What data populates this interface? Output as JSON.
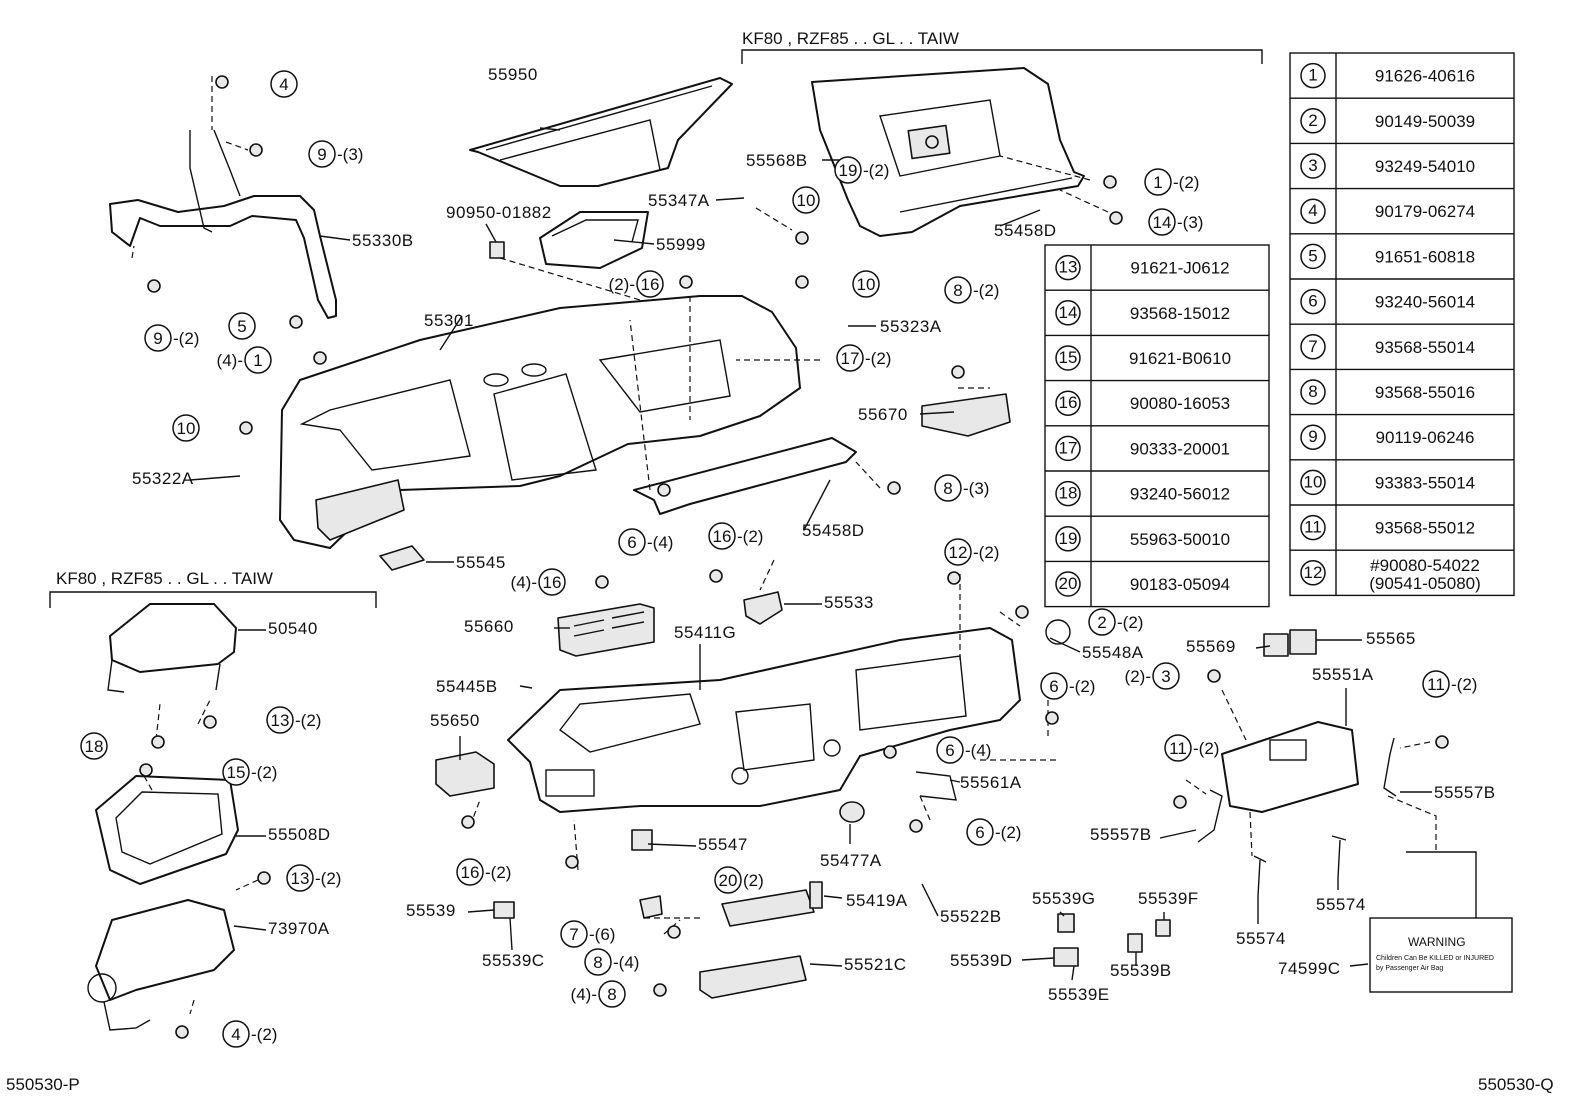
{
  "diagram": {
    "top_note": "KF80 , RZF85 . . GL . . TAIW",
    "left_note": "KF80 , RZF85 . . GL . . TAIW",
    "page_ref_left": "550530-P",
    "page_ref_right": "550530-Q",
    "warning_title": "WARNING",
    "warning_body_1": "Children Can Be KILLED or INJURED",
    "warning_body_2": "by Passenger Air Bag",
    "part_labels": [
      "55950",
      "55999",
      "90950-01882",
      "55347A",
      "55330B",
      "55301",
      "55568B",
      "55458D",
      "55323A",
      "55322A",
      "55670",
      "55458D",
      "55545",
      "50540",
      "55660",
      "55533",
      "55411G",
      "55548A",
      "55445B",
      "55650",
      "55569",
      "55565",
      "55551A",
      "55561A",
      "55508D",
      "55547",
      "55477A",
      "55557B",
      "55557B",
      "73970A",
      "55539",
      "55539C",
      "55419A",
      "55522B",
      "55521C",
      "55539G",
      "55539F",
      "55539D",
      "55539E",
      "55539B",
      "55574",
      "55574",
      "74599C"
    ],
    "callouts": [
      {
        "num": "4",
        "qty": ""
      },
      {
        "num": "9",
        "qty": "-(3)"
      },
      {
        "num": "9",
        "qty": "-(2)"
      },
      {
        "num": "5",
        "qty": ""
      },
      {
        "num": "1",
        "qty": "(4)-"
      },
      {
        "num": "10",
        "qty": ""
      },
      {
        "num": "10",
        "qty": ""
      },
      {
        "num": "16",
        "qty": "(2)-"
      },
      {
        "num": "10",
        "qty": ""
      },
      {
        "num": "17",
        "qty": "-(2)"
      },
      {
        "num": "19",
        "qty": "-(2)"
      },
      {
        "num": "1",
        "qty": "-(2)"
      },
      {
        "num": "14",
        "qty": "-(3)"
      },
      {
        "num": "8",
        "qty": "-(2)"
      },
      {
        "num": "8",
        "qty": "-(3)"
      },
      {
        "num": "6",
        "qty": "-(4)"
      },
      {
        "num": "16",
        "qty": "-(2)"
      },
      {
        "num": "16",
        "qty": "(4)-"
      },
      {
        "num": "12",
        "qty": "-(2)"
      },
      {
        "num": "2",
        "qty": "-(2)"
      },
      {
        "num": "3",
        "qty": "(2)-"
      },
      {
        "num": "6",
        "qty": "-(2)"
      },
      {
        "num": "11",
        "qty": "-(2)"
      },
      {
        "num": "13",
        "qty": "-(2)"
      },
      {
        "num": "18",
        "qty": ""
      },
      {
        "num": "15",
        "qty": "-(2)"
      },
      {
        "num": "6",
        "qty": "-(4)"
      },
      {
        "num": "11",
        "qty": "-(2)"
      },
      {
        "num": "6",
        "qty": "-(2)"
      },
      {
        "num": "13",
        "qty": "-(2)"
      },
      {
        "num": "16",
        "qty": "-(2)"
      },
      {
        "num": "20",
        "qty": "(2)"
      },
      {
        "num": "7",
        "qty": "-(6)"
      },
      {
        "num": "8",
        "qty": "-(4)"
      },
      {
        "num": "8",
        "qty": "(4)-"
      },
      {
        "num": "4",
        "qty": "-(2)"
      }
    ],
    "legend_right": [
      {
        "num": "1",
        "code": "91626-40616"
      },
      {
        "num": "2",
        "code": "90149-50039"
      },
      {
        "num": "3",
        "code": "93249-54010"
      },
      {
        "num": "4",
        "code": "90179-06274"
      },
      {
        "num": "5",
        "code": "91651-60818"
      },
      {
        "num": "6",
        "code": "93240-56014"
      },
      {
        "num": "7",
        "code": "93568-55014"
      },
      {
        "num": "8",
        "code": "93568-55016"
      },
      {
        "num": "9",
        "code": "90119-06246"
      },
      {
        "num": "10",
        "code": "93383-55014"
      },
      {
        "num": "11",
        "code": "93568-55012"
      },
      {
        "num": "12",
        "code": "#90080-54022",
        "code2": "(90541-05080)"
      }
    ],
    "legend_middle": [
      {
        "num": "13",
        "code": "91621-J0612"
      },
      {
        "num": "14",
        "code": "93568-15012"
      },
      {
        "num": "15",
        "code": "91621-B0610"
      },
      {
        "num": "16",
        "code": "90080-16053"
      },
      {
        "num": "17",
        "code": "90333-20001"
      },
      {
        "num": "18",
        "code": "93240-56012"
      },
      {
        "num": "19",
        "code": "55963-50010"
      },
      {
        "num": "20",
        "code": "90183-05094"
      }
    ]
  }
}
